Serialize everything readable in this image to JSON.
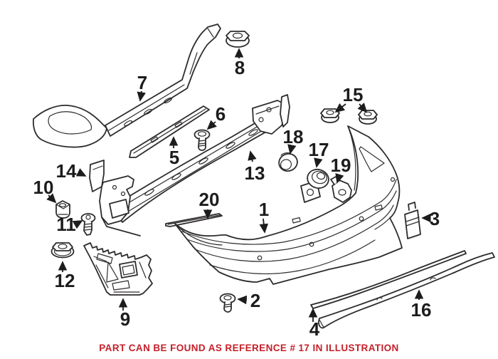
{
  "footer": {
    "text": "PART CAN BE FOUND AS REFERENCE # 17 IN ILLUSTRATION"
  },
  "colors": {
    "line": "#2e2b2c",
    "label": "#1c1c1c",
    "footer": "#c4202a",
    "bg": "#ffffff"
  },
  "callouts": {
    "c1": "1",
    "c2": "2",
    "c3": "3",
    "c4": "4",
    "c5": "5",
    "c6": "6",
    "c7": "7",
    "c8": "8",
    "c9": "9",
    "c10": "10",
    "c11": "11",
    "c12": "12",
    "c13": "13",
    "c14": "14",
    "c15": "15",
    "c16": "16",
    "c17": "17",
    "c18": "18",
    "c19": "19",
    "c20": "20"
  }
}
